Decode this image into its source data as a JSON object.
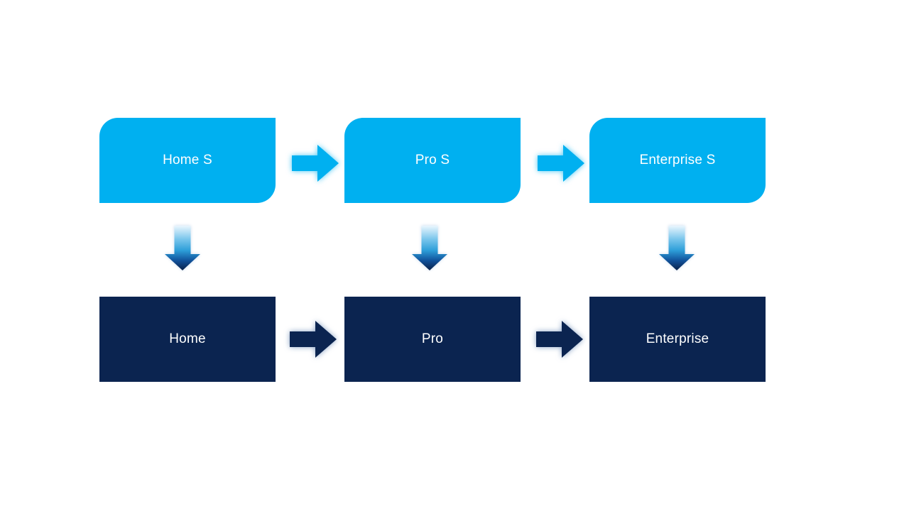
{
  "diagram": {
    "columns": [
      {
        "top_label": "Home S",
        "bottom_label": "Home"
      },
      {
        "top_label": "Pro S",
        "bottom_label": "Pro"
      },
      {
        "top_label": "Enterprise S",
        "bottom_label": "Enterprise"
      }
    ],
    "colors": {
      "top_box": "#00B0F0",
      "bottom_box": "#0B2450",
      "label_text": "#FFFFFF",
      "top_arrow": "#00B0F0",
      "bottom_arrow": "#0B2450",
      "canvas_bg": "#FFFFFF"
    },
    "down_arrow_gradient": [
      "#EAF6FD",
      "#7AC6EC",
      "#2E9FD9",
      "#11529B",
      "#0A2148"
    ],
    "icons": {
      "right_arrow": "right-arrow-icon",
      "down_arrow": "down-arrow-icon"
    }
  }
}
